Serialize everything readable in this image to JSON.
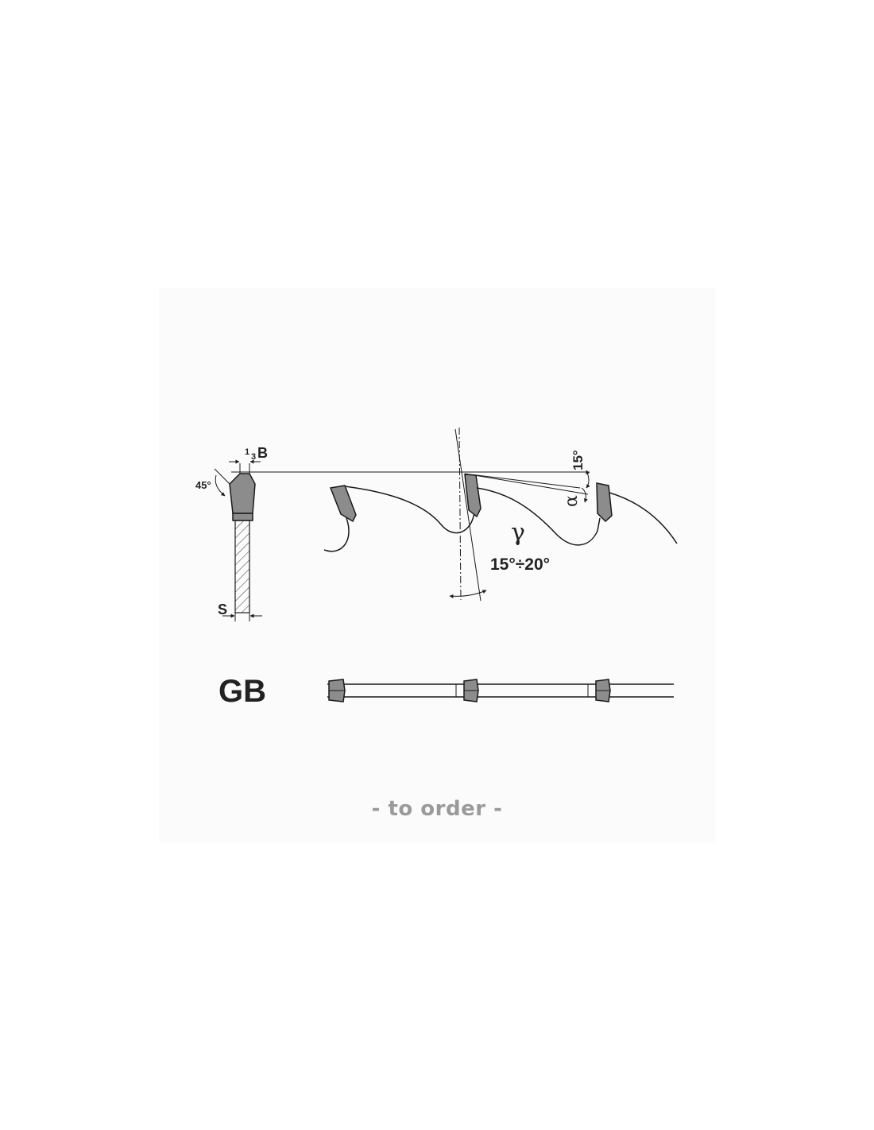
{
  "labels": {
    "third_b_num": "1",
    "third_b_den": "3",
    "third_b_letter": "B",
    "angle_45": "45°",
    "angle_15": "15°",
    "alpha": "α",
    "gamma": "γ",
    "gamma_range": "15°÷20°",
    "s": "S",
    "tooth_type": "GB"
  },
  "caption": "- to order -",
  "colors": {
    "background": "#fbfbfb",
    "line": "#1a1a1a",
    "carbide": "#8c8c8c",
    "caption": "#9a9a9a"
  }
}
